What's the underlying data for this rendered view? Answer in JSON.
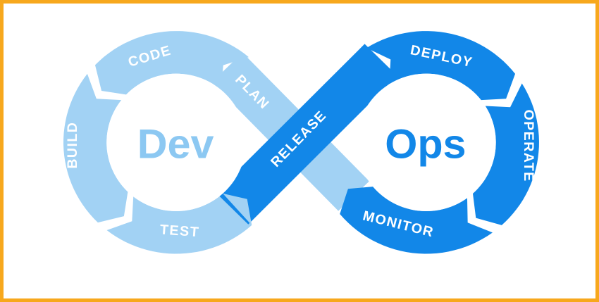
{
  "colors": {
    "border": "#F7A81D",
    "background": "#FFFFFF",
    "dev_light_blue": "#A2D2F4",
    "dev_center_text": "#8CC8F2",
    "ops_blue": "#1287E8",
    "stage_text": "#FFFFFF"
  },
  "dev_loop": {
    "center_label": "Dev",
    "stages": {
      "plan": "PLAN",
      "code": "CODE",
      "build": "BUILD",
      "test": "TEST"
    }
  },
  "ops_loop": {
    "center_label": "Ops",
    "stages": {
      "release": "RELEASE",
      "deploy": "DEPLOY",
      "operate": "OPERATE",
      "monitor": "MONITOR"
    }
  }
}
